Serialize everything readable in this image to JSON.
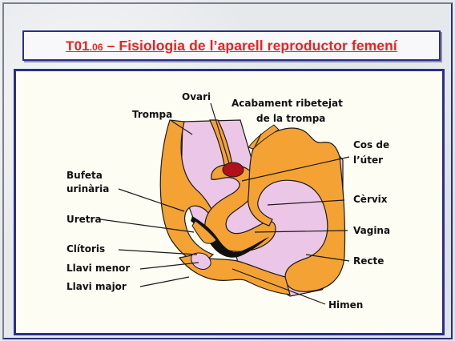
{
  "slide": {
    "title_code_main": "T01",
    "title_code_sub": ".06",
    "title_rest": " – Fisiologia de l’aparell reproductor femení"
  },
  "labels": {
    "ovari": "Ovari",
    "trompa": "Trompa",
    "acabament_1": "Acabament ribetejat",
    "acabament_2": "de la trompa",
    "cos_uter_1": "Cos de",
    "cos_uter_2": "l’úter",
    "bufeta_1": "Bufeta",
    "bufeta_2": "urinària",
    "cervix": "Cèrvix",
    "uretra": "Uretra",
    "vagina": "Vagina",
    "clitoris": "Clítoris",
    "recte": "Recte",
    "llavi_menor": "Llavi menor",
    "llavi_major": "Llavi major",
    "himen": "Himen"
  },
  "colors": {
    "title": "#e8231f",
    "frame": "#2b2f86",
    "tissue_orange": "#f4a234",
    "tissue_pink": "#ecc6e6",
    "ovary": "#b3111a",
    "outline": "#1a1a1a"
  }
}
